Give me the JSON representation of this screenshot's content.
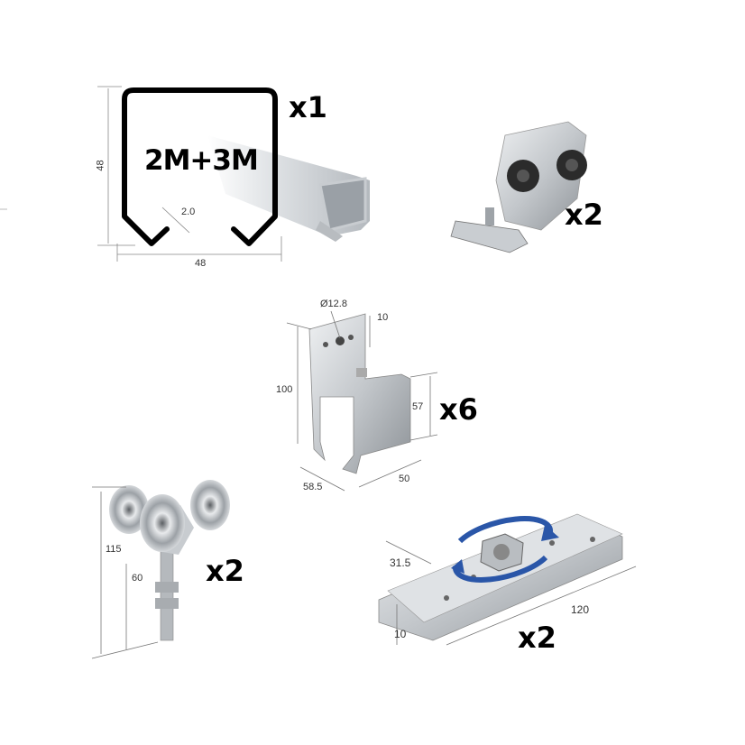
{
  "rail": {
    "length_label": "2M+3M",
    "quantity": "x1",
    "height_dim": "48",
    "width_dim": "48",
    "thickness_dim": "2.0"
  },
  "end_stop": {
    "quantity": "x2"
  },
  "bracket": {
    "quantity": "x6",
    "hole_dim": "Ø12.8",
    "top_offset_dim": "10",
    "height_dim": "100",
    "channel_height_dim": "57",
    "depth_dim": "58.5",
    "width_dim": "50"
  },
  "trolley": {
    "quantity": "x2",
    "height_dim": "115",
    "bolt_dim": "60"
  },
  "plate": {
    "quantity": "x2",
    "offset_dim": "31.5",
    "height_dim": "10",
    "length_dim": "120"
  },
  "colors": {
    "arrow": "#2a56a8",
    "metal": "#c4c8cc",
    "outline": "#000000"
  }
}
